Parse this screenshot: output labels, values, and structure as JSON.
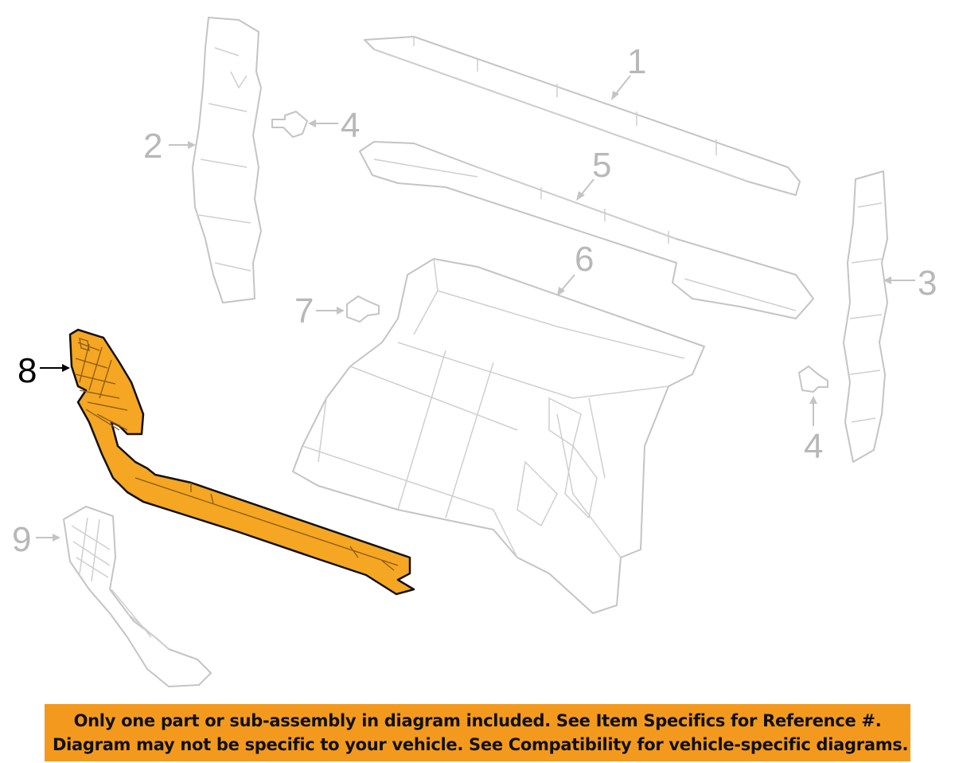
{
  "diagram": {
    "callouts": [
      {
        "id": "1",
        "label": "1"
      },
      {
        "id": "2",
        "label": "2"
      },
      {
        "id": "3",
        "label": "3"
      },
      {
        "id": "4a",
        "label": "4"
      },
      {
        "id": "4b",
        "label": "4"
      },
      {
        "id": "5",
        "label": "5"
      },
      {
        "id": "6",
        "label": "6"
      },
      {
        "id": "7",
        "label": "7"
      },
      {
        "id": "8",
        "label": "8"
      },
      {
        "id": "9",
        "label": "9"
      }
    ],
    "highlighted_part": "8",
    "highlight_color": "#f5a623",
    "ghost_color": "#c4c4c4"
  },
  "banner": {
    "line1": "Only one part or sub-assembly in diagram included. See Item Specifics for Reference #.",
    "line2": "Diagram may not be specific to your vehicle. See Compatibility for vehicle-specific diagrams.",
    "background": "#f39a1e"
  }
}
